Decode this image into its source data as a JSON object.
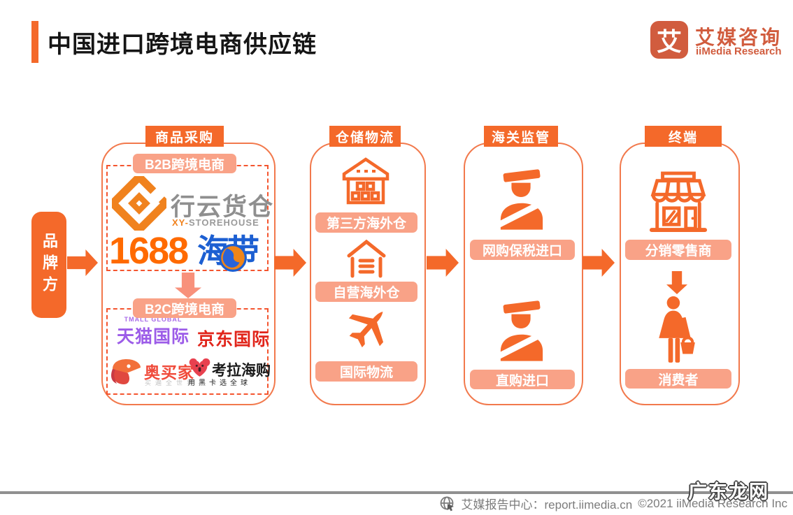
{
  "title": "中国进口跨境电商供应链",
  "logo": {
    "glyph": "艾",
    "cn": "艾媒咨询",
    "en": "iiMedia Research"
  },
  "brand": {
    "label": "品牌方"
  },
  "col1": {
    "header": "商品采购",
    "b2b_label": "B2B跨境电商",
    "xy_cn": "行云货仓",
    "xy_en_orange": "XY-",
    "xy_en_gray": "STOREHOUSE",
    "alibaba": "1688",
    "haidai_left": "海",
    "haidai_right": "带",
    "b2c_label": "B2C跨境电商",
    "tmall_sub": "TMALL GLOBAL",
    "tmall": "天猫国际",
    "jd": "京东国际",
    "aomai": "奥买家",
    "aomai_sub": "买遍全世界",
    "kaola": "考拉海购",
    "kaola_sub": "用黑卡选全球"
  },
  "col2": {
    "header": "仓储物流",
    "items": [
      "第三方海外仓",
      "自营海外仓",
      "国际物流"
    ]
  },
  "col3": {
    "header": "海关监管",
    "items": [
      "网购保税进口",
      "直购进口"
    ]
  },
  "col4": {
    "header": "终端",
    "items": [
      "分销零售商",
      "消费者"
    ]
  },
  "footer": {
    "report": "艾媒报告中心：report.iimedia.cn",
    "copyright": "©2021  iiMedia Research Inc",
    "watermark": "广东龙网"
  },
  "icons": [
    "iimedia-logo-icon",
    "xy-storehouse-icon",
    "haidai-globe-icon",
    "aomai-toucan-icon",
    "kaola-koala-icon",
    "warehouse-icon",
    "house-warehouse-icon",
    "airplane-icon",
    "customs-officer-icon",
    "storefront-icon",
    "consumer-icon",
    "globe-cursor-icon"
  ],
  "colors": {
    "primary_orange": "#F4692A",
    "salmon_pill": "#F9A287",
    "container_border": "#F2794C",
    "dashed_border": "#F4552F",
    "brand_logo": "#D15C3E",
    "alibaba_orange": "#FF6A00",
    "haidai_blue": "#1C5FD2",
    "tmall_purple": "#9C5CE8",
    "jd_red": "#E1251B",
    "aomai_red": "#F04A3A",
    "koala_red": "#E8414F",
    "footer_gray": "#7C7C7C"
  }
}
